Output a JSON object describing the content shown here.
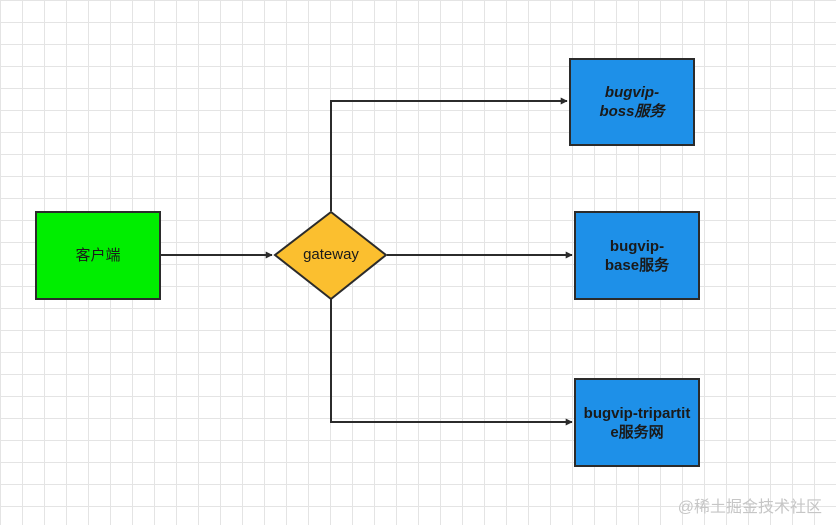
{
  "diagram": {
    "nodes": {
      "client": "客户端",
      "gateway": "gateway",
      "boss_service": "bugvip-boss服务",
      "base_service": "bugvip-base服务",
      "tripartite_service": "bugvip-tripartite服务网"
    },
    "colors": {
      "client_fill": "#00ee00",
      "gateway_fill": "#fbbf2f",
      "service_fill": "#1e90e8",
      "stroke": "#2b2b2b"
    }
  },
  "watermark": "@稀土掘金技术社区"
}
